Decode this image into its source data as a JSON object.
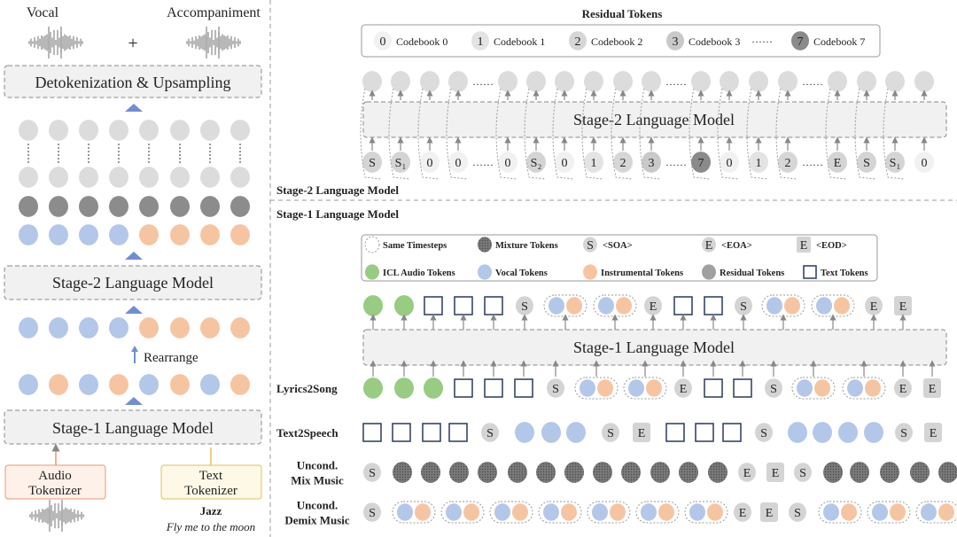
{
  "colors": {
    "vocal": "#b3c7e8",
    "inst": "#f5c5a2",
    "icl": "#97cc82",
    "mix": "#6e6e6e",
    "light": "#d9d9d9",
    "special": "#d4d4d4",
    "arrow": "#6f8ed4",
    "text_border": "#2a3a5a",
    "audio_tok": "#e39a76",
    "text_tok": "#e0c060"
  },
  "left": {
    "vocal_label": "Vocal",
    "accompaniment_label": "Accompaniment",
    "plus": "+",
    "detok_label": "Detokenization & Upsampling",
    "stage2_label": "Stage-2 Language Model",
    "rearrange_label": "Rearrange",
    "stage1_label": "Stage-1 Language Model",
    "audio_tokenizer": [
      "Audio",
      "Tokenizer"
    ],
    "text_tokenizer": [
      "Text",
      "Tokenizer"
    ],
    "genre": "Jazz",
    "lyrics": "Fly me to the moon",
    "grid_rows": [
      [
        "light",
        "light",
        "light",
        "light",
        "light",
        "light",
        "light",
        "light"
      ],
      [
        "light",
        "light",
        "light",
        "light",
        "light",
        "light",
        "light",
        "light"
      ],
      [
        "mix",
        "mix",
        "mix",
        "mix",
        "mix",
        "mix",
        "mix",
        "mix"
      ],
      [
        "vocal",
        "vocal",
        "vocal",
        "vocal",
        "inst",
        "inst",
        "inst",
        "inst"
      ],
      [
        "vocal",
        "vocal",
        "vocal",
        "vocal",
        "inst",
        "inst",
        "inst",
        "inst"
      ],
      [
        "vocal",
        "inst",
        "vocal",
        "inst",
        "vocal",
        "inst",
        "vocal",
        "inst"
      ]
    ]
  },
  "stage2": {
    "residual_title": "Residual Tokens",
    "codebooks": [
      {
        "n": "0",
        "label": "Codebook 0"
      },
      {
        "n": "1",
        "label": "Codebook 1"
      },
      {
        "n": "2",
        "label": "Codebook 2"
      },
      {
        "n": "3",
        "label": "Codebook 3"
      },
      {
        "n": "7",
        "label": "Codebook 7"
      }
    ],
    "codebook_ellipsis": "······",
    "model_label": "Stage-2 Language Model",
    "section_label": "Stage-2 Language Model",
    "input_tokens": [
      "S",
      "S₁",
      "0",
      "0",
      "……",
      "0",
      "S₂",
      "0",
      "1",
      "2",
      "3",
      "……",
      "7",
      "0",
      "1",
      "2",
      "……",
      "E",
      "S",
      "S₁",
      "0"
    ]
  },
  "stage1": {
    "section_label": "Stage-1 Language Model",
    "model_label": "Stage-1 Language Model",
    "legend": [
      {
        "kind": "same",
        "label": "Same Timesteps"
      },
      {
        "kind": "mix",
        "label": "Mixture Tokens"
      },
      {
        "kind": "S",
        "label": "<SOA>"
      },
      {
        "kind": "E",
        "label": "<EOA>"
      },
      {
        "kind": "Ed",
        "label": "<EOD>"
      },
      {
        "kind": "icl",
        "label": "ICL Audio Tokens"
      },
      {
        "kind": "vocal",
        "label": "Vocal Tokens"
      },
      {
        "kind": "inst",
        "label": "Instrumental Tokens"
      },
      {
        "kind": "res",
        "label": "Residual Tokens"
      },
      {
        "kind": "text",
        "label": "Text Tokens"
      }
    ],
    "output_tokens": [
      "icl",
      "icl",
      "text",
      "text",
      "text",
      "S",
      "pair",
      "pair",
      "E",
      "text",
      "text",
      "S",
      "pair",
      "pair",
      "E",
      "Ed"
    ],
    "tasks": [
      {
        "label": [
          "Lyrics2Song"
        ],
        "tokens": [
          "icl",
          "icl",
          "icl",
          "text",
          "text",
          "text",
          "S",
          "pair",
          "pair",
          "E",
          "text",
          "text",
          "S",
          "pair",
          "pair",
          "E",
          "Ed"
        ]
      },
      {
        "label": [
          "Text2Speech"
        ],
        "tokens": [
          "text",
          "text",
          "text",
          "text",
          "S",
          "vocal",
          "vocal",
          "vocal",
          "S",
          "Ed",
          "text",
          "text",
          "text",
          "S",
          "vocal",
          "vocal",
          "vocal",
          "vocal",
          "S",
          "Ed"
        ]
      },
      {
        "label": [
          "Uncond.",
          "Mix Music"
        ],
        "tokens": [
          "S",
          "mix",
          "mix",
          "mix",
          "mix",
          "mix",
          "mix",
          "mix",
          "mix",
          "mix",
          "mix",
          "mix",
          "mix",
          "E",
          "Ed",
          "S",
          "mix",
          "mix",
          "mix",
          "mix",
          "mix"
        ]
      },
      {
        "label": [
          "Uncond.",
          "Demix Music"
        ],
        "tokens": [
          "S",
          "pair",
          "pair",
          "pair",
          "pair",
          "pair",
          "pair",
          "pair",
          "E",
          "Ed",
          "S",
          "pair",
          "pair",
          "pair"
        ]
      }
    ],
    "S_glyph": "S",
    "E_glyph": "E"
  }
}
